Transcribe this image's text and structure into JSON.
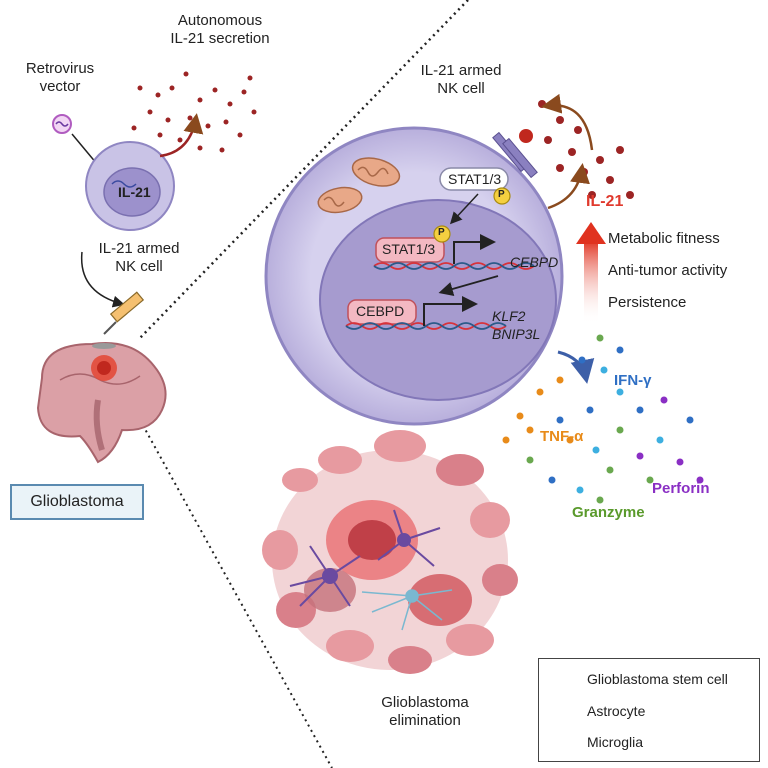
{
  "labels": {
    "secretion": "Autonomous\nIL-21 secretion",
    "retrovirus": "Retrovirus\nvector",
    "il21_small": "IL-21",
    "armed_small": "IL-21 armed\nNK cell",
    "armed_big": "IL-21 armed\nNK cell",
    "stat_cyto": "STAT1/3",
    "stat_nuc": "STAT1/3",
    "p": "P",
    "cebpd_gene": "CEBPD",
    "cebpd_protein": "CEBPD",
    "klf2": "KLF2",
    "bnip3l": "BNIP3L",
    "il21_red": "IL-21",
    "metabolic": "Metabolic fitness",
    "antitumor": "Anti-tumor activity",
    "persistence": "Persistence",
    "ifn": "IFN-γ",
    "tnf": "TNF-α",
    "perforin": "Perforin",
    "granzyme": "Granzyme",
    "glioblastoma": "Glioblastoma",
    "elimination": "Glioblastoma\nelimination"
  },
  "legend": [
    {
      "label": "Glioblastoma stem cell",
      "icon": "tumor-cell-icon"
    },
    {
      "label": "Astrocyte",
      "icon": "astrocyte-icon"
    },
    {
      "label": "Microglia",
      "icon": "microglia-icon"
    }
  ],
  "colors": {
    "nk_cell": "#c9c3e6",
    "nucleus": "#a69bcf",
    "il21_red": "#e03a2e",
    "ifn": "#2f6fc4",
    "tnf": "#e88b1a",
    "perforin": "#8a2fc4",
    "granzyme": "#5a9a2c",
    "tumor": "#e79aa0"
  }
}
